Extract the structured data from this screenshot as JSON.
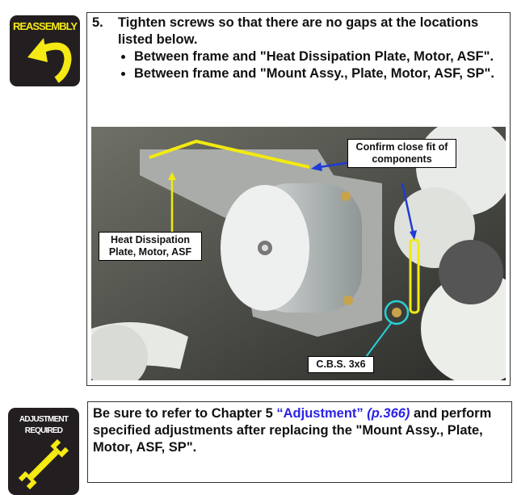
{
  "reassembly_icon": {
    "label": "REASSEMBLY",
    "color": "#f5ea14"
  },
  "step": {
    "number": "5.",
    "instruction": "Tighten screws so that there are no gaps at the locations listed below.",
    "bullets": [
      "Between frame and \"Heat Dissipation Plate, Motor, ASF\".",
      "Between frame and \"Mount Assy., Plate, Motor, ASF, SP\"."
    ]
  },
  "photo": {
    "callouts": {
      "confirm": "Confirm close fit of components",
      "heat_plate": "Heat Dissipation Plate, Motor, ASF",
      "screw": "C.B.S. 3x6"
    }
  },
  "adjustment_icon": {
    "line1": "ADJUSTMENT",
    "line2": "REQUIRED"
  },
  "note": {
    "prefix": "Be sure to refer to Chapter 5 ",
    "link_text": "“Adjustment”",
    "page_ref": "(p.366)",
    "suffix": " and perform specified adjustments after replacing the \"Mount Assy., Plate, Motor, ASF, SP\"."
  }
}
